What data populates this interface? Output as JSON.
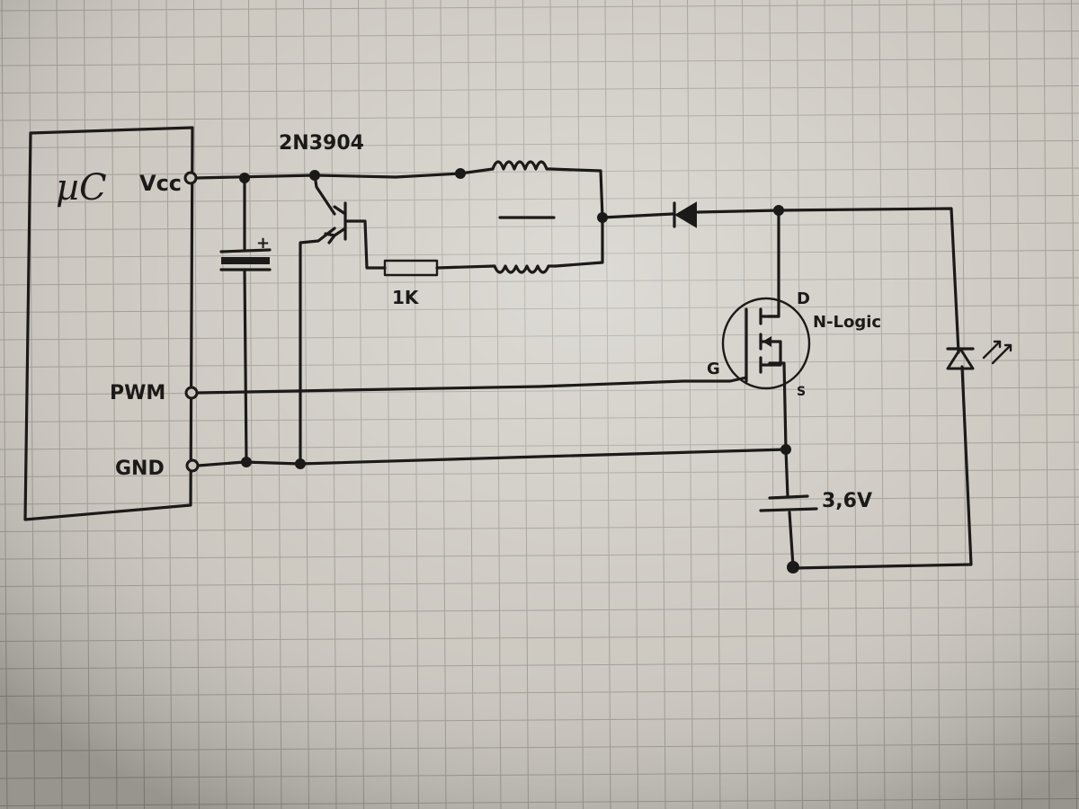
{
  "labels": {
    "mc": "µC",
    "vcc": "Vcc",
    "pwm": "PWM",
    "gnd": "GND",
    "transistor": "2N3904",
    "resistor": "1K",
    "drain": "D",
    "gate": "G",
    "source": "S",
    "mosfet_type": "N-Logic",
    "battery": "3,6V",
    "cap_plus": "+",
    "led_rays": "↗↗"
  },
  "colors": {
    "ink": "#1c1a19",
    "paper": "#c9c5bd",
    "grid": "#8f8b84"
  },
  "icons": {
    "diode": "diode-symbol",
    "led": "led-symbol",
    "capacitor": "electrolytic-capacitor-symbol",
    "battery": "battery-symbol",
    "mosfet": "n-mosfet-symbol",
    "transistor": "npn-transistor-symbol",
    "inductor": "coil-symbol",
    "resistor": "resistor-symbol"
  }
}
